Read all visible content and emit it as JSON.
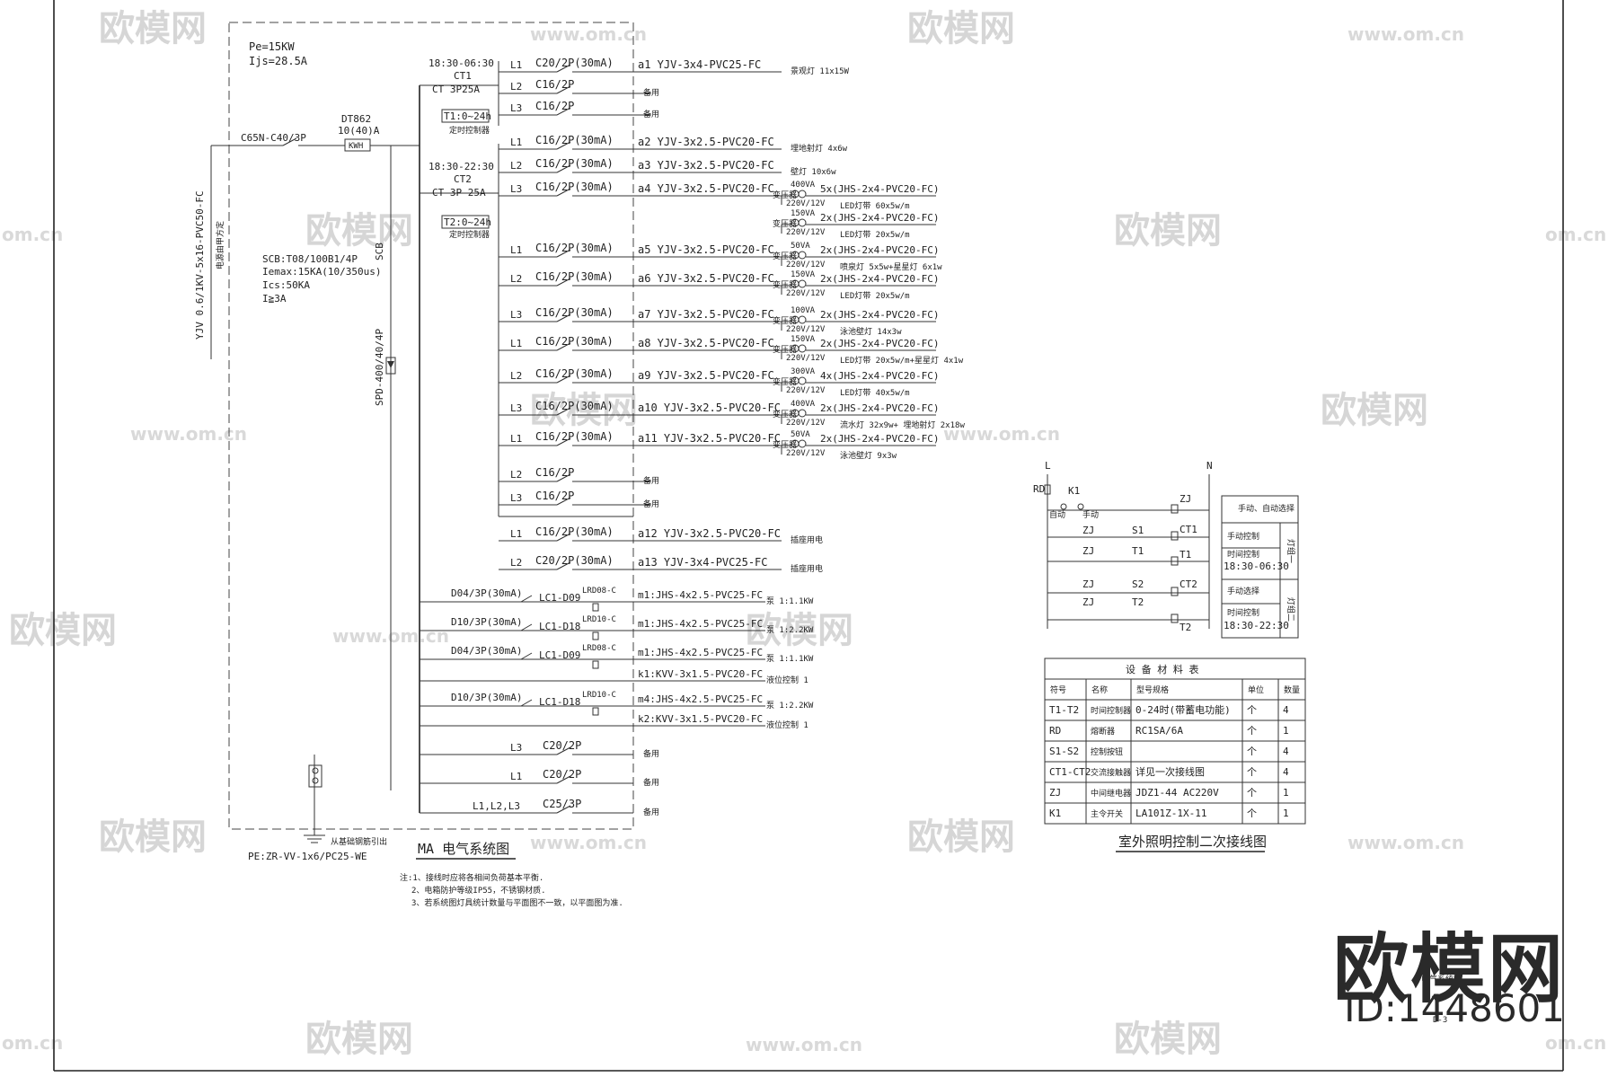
{
  "watermark": {
    "brand_text": "欧模网",
    "url_text": "www.om.cn",
    "edge_text": "om.cn"
  },
  "brand": {
    "name": "欧模网",
    "id": "ID:1448601"
  },
  "main_panel": {
    "pe": "Pe=15KW",
    "ijs": "Ijs=28.5A",
    "incoming_cable": "YJV 0.6/1KV-5x16-PVC50-FC",
    "incoming_note": "电源由甲方定",
    "main_breaker": "C65N-C40/3P",
    "meter_model": "DT862",
    "meter_rating": "10(40)A",
    "meter_label": "KWH",
    "scb_lines": [
      "SCB:T08/100B1/4P",
      "Iemax:15KA(10/350us)",
      "Ics:50KA",
      "I≧3A"
    ],
    "scb_tag": "SCB",
    "spd": "SPD-400/40/4P",
    "ground_note": "从基础钢筋引出",
    "pe_cable": "PE:ZR-VV-1x6/PC25-WE",
    "diagram_title": "MA 电气系统图",
    "notes": [
      "注:1、接线时应将各相间负荷基本平衡.",
      "2、电箱防护等级IP55，不锈钢材质.",
      "3、若系统图灯具统计数量与平面图不一致，以平面图为准."
    ]
  },
  "ct_groups": [
    {
      "time": "18:30-06:30",
      "name": "CT1",
      "contactor": "CT 3P25A",
      "timer": "T1:0~24h",
      "timer_label": "定时控制器"
    },
    {
      "time": "18:30-22:30",
      "name": "CT2",
      "contactor": "CT 3P 25A",
      "timer": "T2:0~24h",
      "timer_label": "定时控制器"
    }
  ],
  "circuits": [
    {
      "phase": "L1",
      "breaker": "C20/2P(30mA)",
      "circuit": "a1 YJV-3x4-PVC25-FC",
      "load": "景观灯 11x15W"
    },
    {
      "phase": "L2",
      "breaker": "C16/2P",
      "circuit": "",
      "load": "备用"
    },
    {
      "phase": "L3",
      "breaker": "C16/2P",
      "circuit": "",
      "load": "备用"
    },
    {
      "phase": "L1",
      "breaker": "C16/2P(30mA)",
      "circuit": "a2 YJV-3x2.5-PVC20-FC",
      "load": "埋地射灯 4x6w"
    },
    {
      "phase": "L2",
      "breaker": "C16/2P(30mA)",
      "circuit": "a3 YJV-3x2.5-PVC20-FC",
      "load": "壁灯 10x6w"
    },
    {
      "phase": "L3",
      "breaker": "C16/2P(30mA)",
      "circuit": "a4 YJV-3x2.5-PVC20-FC",
      "load": ""
    },
    {
      "phase": "L1",
      "breaker": "C16/2P(30mA)",
      "circuit": "a5 YJV-3x2.5-PVC20-FC",
      "load": ""
    },
    {
      "phase": "L2",
      "breaker": "C16/2P(30mA)",
      "circuit": "a6 YJV-3x2.5-PVC20-FC",
      "load": ""
    },
    {
      "phase": "L3",
      "breaker": "C16/2P(30mA)",
      "circuit": "a7 YJV-3x2.5-PVC20-FC",
      "load": ""
    },
    {
      "phase": "L1",
      "breaker": "C16/2P(30mA)",
      "circuit": "a8 YJV-3x2.5-PVC20-FC",
      "load": ""
    },
    {
      "phase": "L2",
      "breaker": "C16/2P(30mA)",
      "circuit": "a9 YJV-3x2.5-PVC20-FC",
      "load": ""
    },
    {
      "phase": "L3",
      "breaker": "C16/2P(30mA)",
      "circuit": "a10 YJV-3x2.5-PVC20-FC",
      "load": ""
    },
    {
      "phase": "L1",
      "breaker": "C16/2P(30mA)",
      "circuit": "a11 YJV-3x2.5-PVC20-FC",
      "load": ""
    },
    {
      "phase": "L2",
      "breaker": "C16/2P",
      "circuit": "",
      "load": "备用"
    },
    {
      "phase": "L3",
      "breaker": "C16/2P",
      "circuit": "",
      "load": "备用"
    },
    {
      "phase": "L1",
      "breaker": "C16/2P(30mA)",
      "circuit": "a12 YJV-3x2.5-PVC20-FC",
      "load": "插座用电"
    },
    {
      "phase": "L2",
      "breaker": "C20/2P(30mA)",
      "circuit": "a13 YJV-3x4-PVC25-FC",
      "load": "插座用电"
    }
  ],
  "transformers": [
    {
      "va": "400VA",
      "volt": "220V/12V",
      "tag": "变压器",
      "cable": "5x(JHS-2x4-PVC20-FC)",
      "load": "LED灯带 60x5w/m"
    },
    {
      "va": "150VA",
      "volt": "220V/12V",
      "tag": "变压器",
      "cable": "2x(JHS-2x4-PVC20-FC)",
      "load": "LED灯带 20x5w/m"
    },
    {
      "va": "50VA",
      "volt": "220V/12V",
      "tag": "变压器",
      "cable": "2x(JHS-2x4-PVC20-FC)",
      "load": "喷泉灯 5x5w+星星灯 6x1w"
    },
    {
      "va": "150VA",
      "volt": "220V/12V",
      "tag": "变压器",
      "cable": "2x(JHS-2x4-PVC20-FC)",
      "load": "LED灯带 20x5w/m"
    },
    {
      "va": "100VA",
      "volt": "220V/12V",
      "tag": "变压器",
      "cable": "2x(JHS-2x4-PVC20-FC)",
      "load": "泳池壁灯 14x3w"
    },
    {
      "va": "150VA",
      "volt": "220V/12V",
      "tag": "变压器",
      "cable": "2x(JHS-2x4-PVC20-FC)",
      "load": "LED灯带 20x5w/m+星星灯 4x1w"
    },
    {
      "va": "300VA",
      "volt": "220V/12V",
      "tag": "变压器",
      "cable": "4x(JHS-2x4-PVC20-FC)",
      "load": "LED灯带 40x5w/m"
    },
    {
      "va": "400VA",
      "volt": "220V/12V",
      "tag": "变压器",
      "cable": "2x(JHS-2x4-PVC20-FC)",
      "load": "流水灯 32x9w+ 埋地射灯 2x18w"
    },
    {
      "va": "50VA",
      "volt": "220V/12V",
      "tag": "变压器",
      "cable": "2x(JHS-2x4-PVC20-FC)",
      "load": "泳池壁灯 9x3w"
    }
  ],
  "motors": [
    {
      "breaker": "D04/3P(30mA)",
      "contactor": "LC1-D09",
      "relay": "LRD08-C",
      "circuit": "m1:JHS-4x2.5-PVC25-FC",
      "load": "泵 1:1.1KW"
    },
    {
      "breaker": "D10/3P(30mA)",
      "contactor": "LC1-D18",
      "relay": "LRD10-C",
      "circuit": "m1:JHS-4x2.5-PVC25-FC",
      "load": "泵 1:2.2KW"
    },
    {
      "breaker": "D04/3P(30mA)",
      "contactor": "LC1-D09",
      "relay": "LRD08-C",
      "circuit": "m1:JHS-4x2.5-PVC25-FC",
      "load": "泵 1:1.1KW"
    },
    {
      "breaker": "",
      "contactor": "",
      "relay": "",
      "circuit": "k1:KVV-3x1.5-PVC20-FC",
      "load": "液位控制 1"
    },
    {
      "breaker": "D10/3P(30mA)",
      "contactor": "LC1-D18",
      "relay": "LRD10-C",
      "circuit": "m4:JHS-4x2.5-PVC25-FC",
      "load": "泵 1:2.2KW"
    },
    {
      "breaker": "",
      "contactor": "",
      "relay": "",
      "circuit": "k2:KVV-3x1.5-PVC20-FC",
      "load": "液位控制 1"
    }
  ],
  "spares": [
    {
      "phase": "L3",
      "breaker": "C20/2P",
      "load": "备用"
    },
    {
      "phase": "L1",
      "breaker": "C20/2P",
      "load": "备用"
    },
    {
      "phase": "L1,L2,L3",
      "breaker": "C25/3P",
      "load": "备用"
    }
  ],
  "control": {
    "title": "室外照明控制二次接线图",
    "l": "L",
    "n": "N",
    "rd": "RD",
    "k1": "K1",
    "auto": "自动",
    "manual": "手动",
    "zj": "ZJ",
    "s1": "S1",
    "s2": "S2",
    "t1": "T1",
    "t2": "T2",
    "ct1": "CT1",
    "ct2": "CT2",
    "side": {
      "select": "手动、自动选择",
      "manual1": "手动控制",
      "timer1": "时间控制",
      "time1": "18:30-06:30",
      "manual2": "手动选择",
      "timer2": "时间控制",
      "time2": "18:30-22:30",
      "group1": "灯组一",
      "group2": "灯组二"
    }
  },
  "material_table": {
    "title": "设 备 材 料 表",
    "headers": [
      "符号",
      "名称",
      "型号规格",
      "单位",
      "数量"
    ],
    "rows": [
      [
        "T1-T2",
        "时间控制器",
        "0-24时(带蓄电功能)",
        "个",
        "4"
      ],
      [
        "RD",
        "熔断器",
        "RC1SA/6A",
        "个",
        "1"
      ],
      [
        "S1-S2",
        "控制按钮",
        "",
        "个",
        "4"
      ],
      [
        "CT1-CT2",
        "交流接触器",
        "详见一次接线图",
        "个",
        "4"
      ],
      [
        "ZJ",
        "中间继电器",
        "JDZ1-44 AC220V",
        "个",
        "1"
      ],
      [
        "K1",
        "主令开关",
        "LA101Z-1X-11",
        "个",
        "1"
      ]
    ]
  },
  "sheet": {
    "name": "电气系统图",
    "number": "D-3"
  }
}
